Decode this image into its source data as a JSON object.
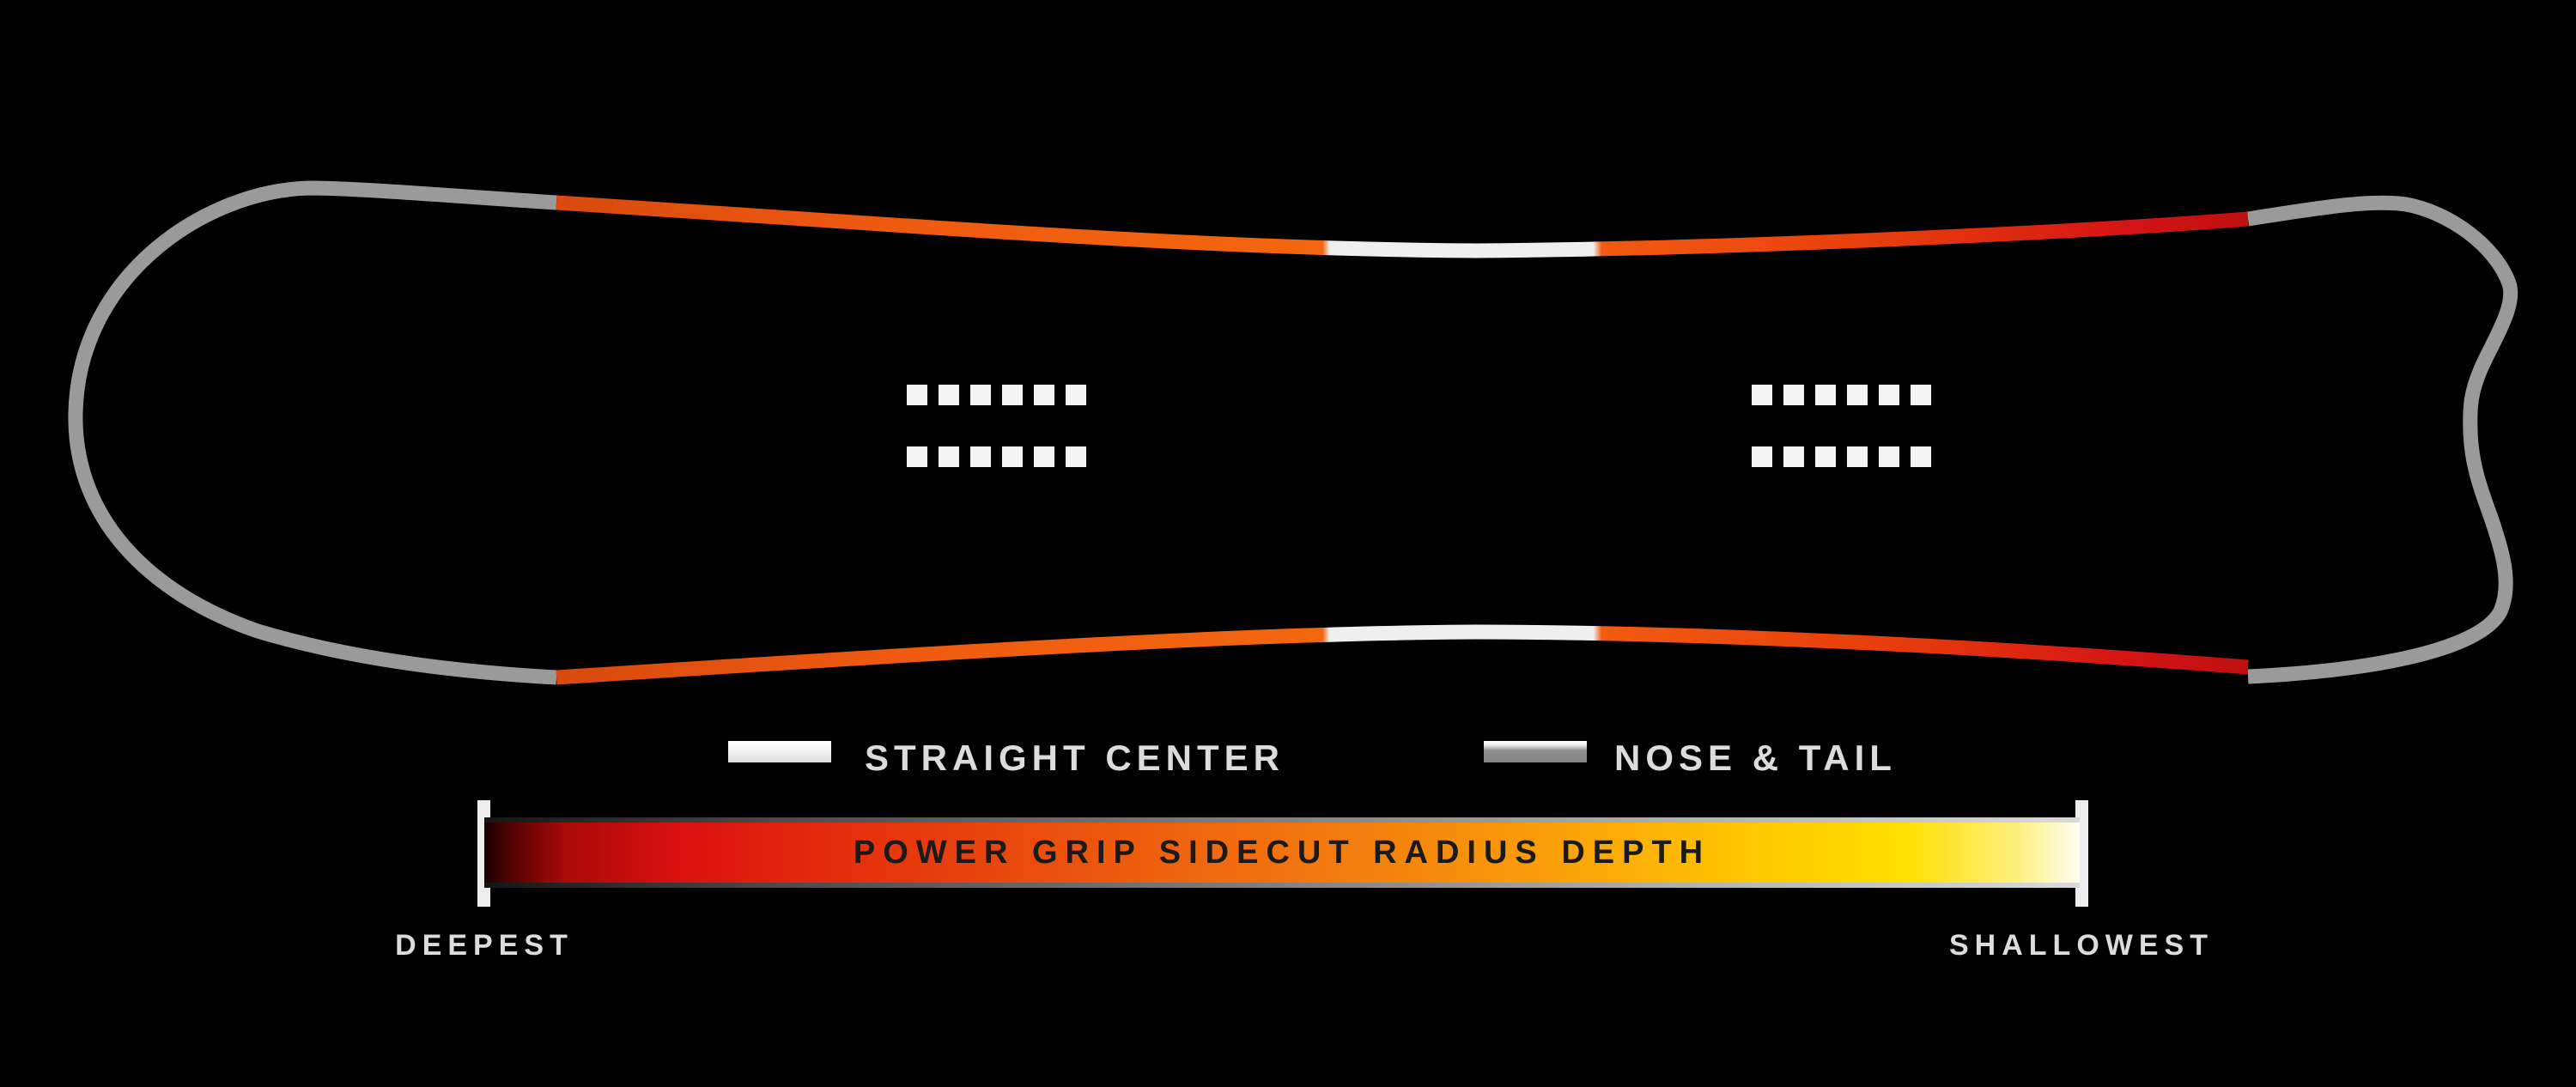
{
  "diagram": {
    "subject": "snowboard-top-view-sidecut-diagram"
  },
  "colors": {
    "background": "#000000",
    "outline_gray": "#9a9a9a",
    "straight_white": "#efefef",
    "sidecut_orange": "#f05c0f",
    "sidecut_red": "#c51010",
    "insert_white": "#f4f4f4",
    "bar_text": "#1a1a1a",
    "label_text": "#dcdcdc"
  },
  "legend": {
    "items": [
      {
        "label": "STRAIGHT CENTER",
        "swatch_color": "#efefef"
      },
      {
        "label": "NOSE & TAIL",
        "swatch_color": "#8d8d8d"
      }
    ]
  },
  "scale_bar": {
    "title": "POWER GRIP SIDECUT RADIUS DEPTH",
    "left_label": "DEEPEST",
    "right_label": "SHALLOWEST",
    "gradient_hex": [
      "#180101",
      "#da100f",
      "#e8470d",
      "#f4860d",
      "#ffdf00",
      "#fffdf2"
    ]
  }
}
